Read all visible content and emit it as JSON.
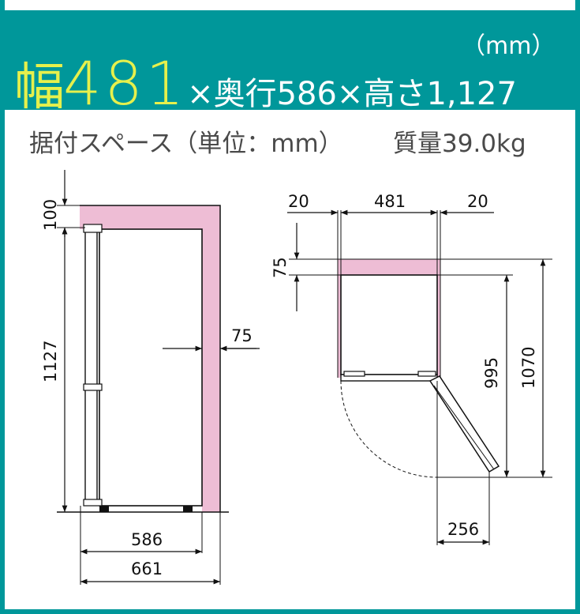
{
  "header": {
    "unit": "（mm）",
    "width_label": "幅",
    "width_value": "481",
    "rest": "×奥行586×高さ1,127"
  },
  "subheader": {
    "install_label": "据付スペース（単位：mm）",
    "mass_label": "質量39.0kg"
  },
  "side_view": {
    "dim_top_clearance": "100",
    "dim_height": "1127",
    "dim_back_clearance": "75",
    "dim_depth": "586",
    "dim_total_depth": "661"
  },
  "top_view": {
    "dim_left_clearance": "20",
    "dim_width": "481",
    "dim_right_clearance": "20",
    "dim_back_clearance": "75",
    "dim_depth_door_closed": "995",
    "dim_depth_door_open": "1070",
    "dim_door_swing": "256"
  },
  "colors": {
    "header_bg": "#00979a",
    "accent_yellow": "#e6f04c",
    "clearance_pink": "#eebdd5"
  }
}
